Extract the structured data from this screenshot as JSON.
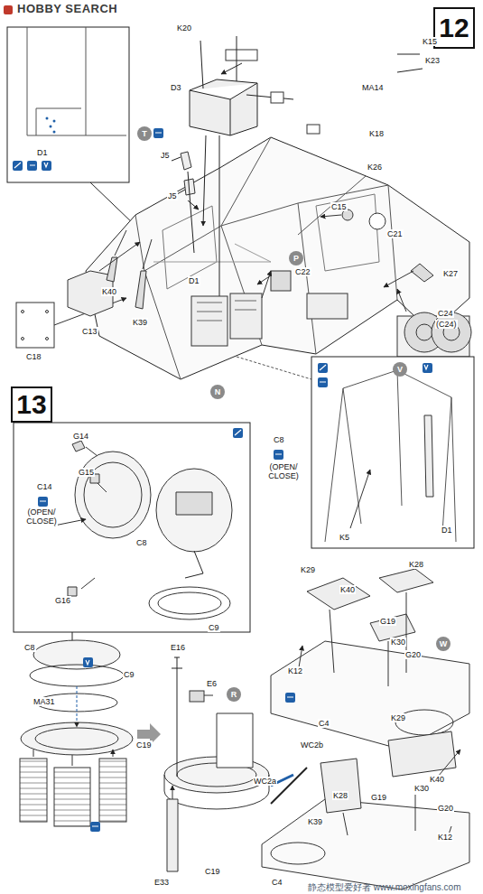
{
  "diagram": {
    "nodes": [
      {
        "text": [
          "12"
        ]
      },
      {
        "text": [
          "T"
        ]
      },
      {
        "text": [
          "P"
        ]
      },
      {
        "text": [
          "V"
        ]
      },
      {
        "text": [
          "N"
        ]
      },
      {
        "text": [
          "13"
        ]
      },
      {
        "text": [
          "R"
        ]
      },
      {
        "text": [
          "W"
        ]
      }
    ],
    "labels": [
      "HOBBY SEARCH",
      "K15",
      "K20",
      "K23",
      "MA14",
      "D3",
      "K18",
      "J5",
      "J5",
      "K26",
      "C15",
      "C21",
      "C22",
      "K27",
      "C24",
      "(C24)",
      "D1",
      "D1",
      "K40",
      "K39",
      "C13",
      "C18",
      "K5",
      "D1",
      "G14",
      "G15",
      "C14",
      "(OPEN/ CLOSE)",
      "C8",
      "G16",
      "C8",
      "(OPEN/ CLOSE)",
      "C9",
      "C8",
      "C9",
      "MA31",
      "C19",
      "E16",
      "E6",
      "C19",
      "E33",
      "K29",
      "K40",
      "K28",
      "G19",
      "K30",
      "G20",
      "K12",
      "C4",
      "K29",
      "WC2b",
      "K40",
      "K30",
      "K28",
      "G19",
      "G20",
      "WC2a",
      "K39",
      "K12",
      "C4",
      "静态模型爱好者 www.moxingfans.com"
    ]
  }
}
